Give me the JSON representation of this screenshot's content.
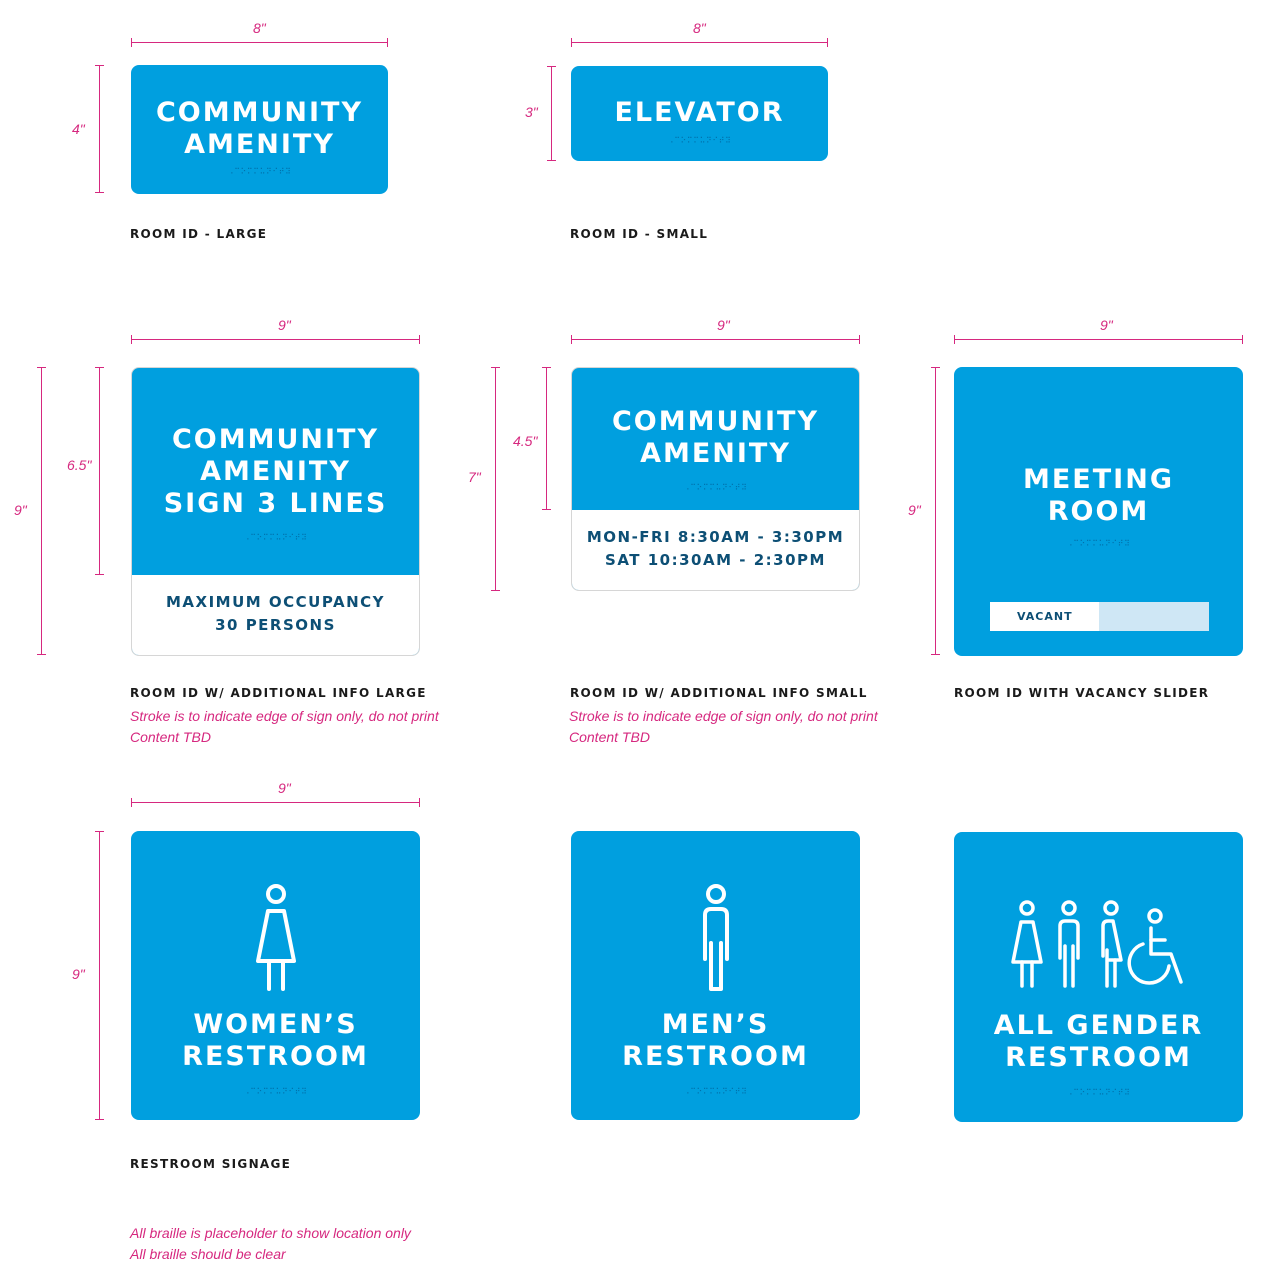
{
  "colors": {
    "sign_blue": "#009fdf",
    "dimension_magenta": "#d6287f",
    "info_text_navy": "#0d4f75"
  },
  "braille_placeholder": "⠠⠉⠕⠍⠍⠥⠝⠊⠞⠽",
  "dimensions": {
    "s1_width": "8\"",
    "s1_height": "4\"",
    "s2_width": "8\"",
    "s2_height": "3\"",
    "s3_width": "9\"",
    "s3_outer_height": "9\"",
    "s3_top_height": "6.5\"",
    "s4_width": "9\"",
    "s4_top_height": "4.5\"",
    "s4_outer_height": "7\"",
    "s5_width": "9\"",
    "s5_height": "9\"",
    "s6_width": "9\"",
    "s6_height": "9\""
  },
  "signs": {
    "room_id_large": {
      "title": "COMMUNITY\nAMENITY"
    },
    "room_id_small": {
      "title": "ELEVATOR"
    },
    "info_large": {
      "title": "COMMUNITY\nAMENITY\nSIGN 3 LINES",
      "info": "MAXIMUM OCCUPANCY\n30 PERSONS"
    },
    "info_small": {
      "title": "COMMUNITY\nAMENITY",
      "info": "MON-FRI 8:30AM - 3:30PM\nSAT 10:30AM - 2:30PM"
    },
    "vacancy": {
      "title": "MEETING\nROOM",
      "slider_label": "VACANT"
    },
    "womens": {
      "title": "WOMEN’S\nRESTROOM",
      "icon": "woman-pictogram-icon"
    },
    "mens": {
      "title": "MEN’S\nRESTROOM",
      "icon": "man-pictogram-icon"
    },
    "all_gender": {
      "title": "ALL GENDER\nRESTROOM",
      "icon": "all-gender-pictogram-icon"
    }
  },
  "captions": {
    "room_id_large": "ROOM ID - LARGE",
    "room_id_small": "ROOM ID - SMALL",
    "info_large": "ROOM ID W/ ADDITIONAL INFO LARGE",
    "info_small": "ROOM ID W/ ADDITIONAL INFO SMALL",
    "vacancy": "ROOM ID WITH VACANCY SLIDER",
    "restroom": "RESTROOM SIGNAGE"
  },
  "notes": {
    "info_large": "Stroke is to indicate edge of sign only, do not print\nContent TBD",
    "info_small": "Stroke is to indicate edge of sign only, do not print\nContent TBD",
    "braille": "All braille is placeholder to show location only\nAll braille should be clear"
  }
}
